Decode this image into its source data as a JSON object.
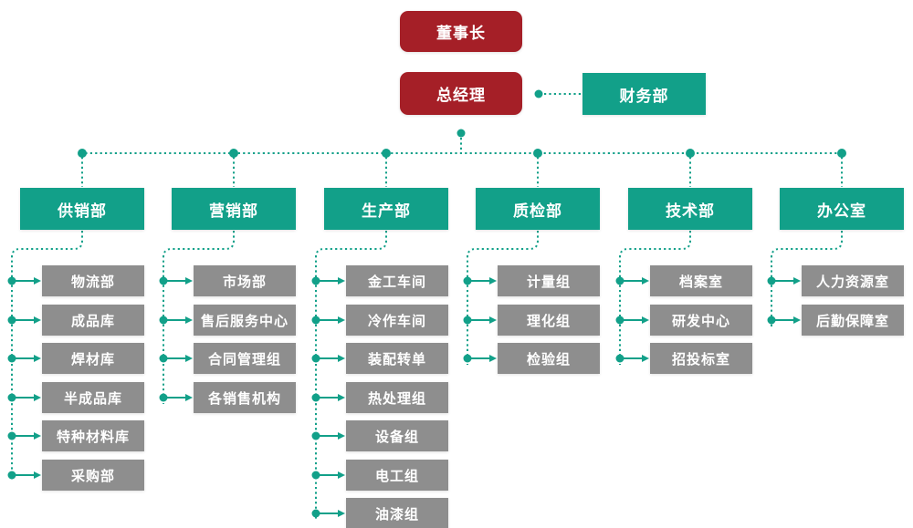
{
  "org": {
    "chairman": {
      "label": "董事长"
    },
    "general_manager": {
      "label": "总经理"
    },
    "finance": {
      "label": "财务部"
    },
    "departments": [
      {
        "label": "供销部",
        "children": [
          {
            "label": "物流部"
          },
          {
            "label": "成品库"
          },
          {
            "label": "焊材库"
          },
          {
            "label": "半成品库"
          },
          {
            "label": "特种材料库"
          },
          {
            "label": "采购部"
          }
        ]
      },
      {
        "label": "营销部",
        "children": [
          {
            "label": "市场部"
          },
          {
            "label": "售后服务中心"
          },
          {
            "label": "合同管理组"
          },
          {
            "label": "各销售机构"
          }
        ]
      },
      {
        "label": "生产部",
        "children": [
          {
            "label": "金工车间"
          },
          {
            "label": "冷作车间"
          },
          {
            "label": "装配转单"
          },
          {
            "label": "热处理组"
          },
          {
            "label": "设备组"
          },
          {
            "label": "电工组"
          },
          {
            "label": "油漆组"
          }
        ]
      },
      {
        "label": "质检部",
        "children": [
          {
            "label": "计量组"
          },
          {
            "label": "理化组"
          },
          {
            "label": "检验组"
          }
        ]
      },
      {
        "label": "技术部",
        "children": [
          {
            "label": "档案室"
          },
          {
            "label": "研发中心"
          },
          {
            "label": "招投标室"
          }
        ]
      },
      {
        "label": "办公室",
        "children": [
          {
            "label": "人力资源室"
          },
          {
            "label": "后勤保障室"
          }
        ]
      }
    ]
  },
  "colors": {
    "executive_red": "#A51F27",
    "department_teal": "#12A089",
    "sub_department_gray": "#8E8E8E",
    "connector_teal": "#12A089",
    "text_white": "#FFFFFF"
  }
}
